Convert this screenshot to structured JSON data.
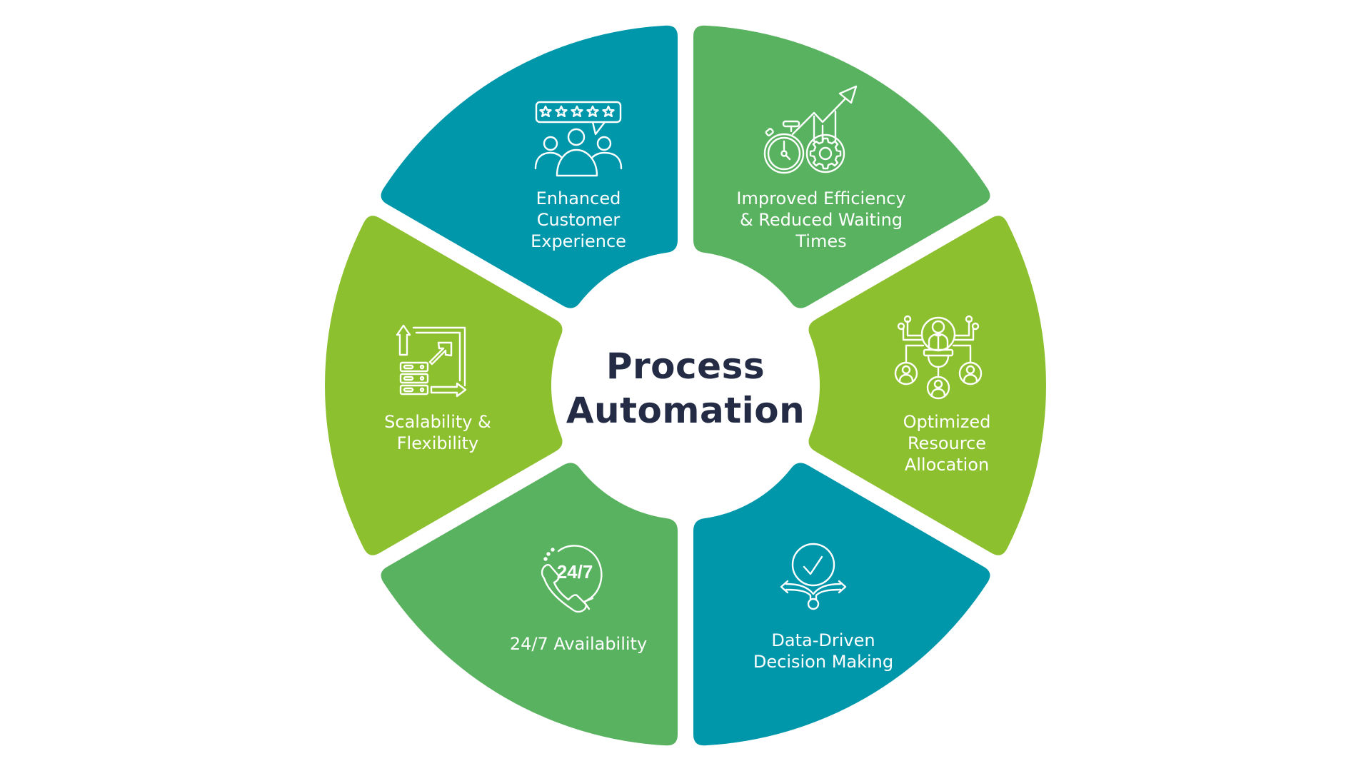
{
  "diagram": {
    "type": "radial-segment-wheel",
    "center_title": [
      "Process",
      "Automation"
    ],
    "colors": {
      "teal": "#0097ab",
      "green": "#59b25f",
      "lime": "#8dc02f",
      "center_text": "#232c44",
      "segment_text": "#ffffff",
      "background": "#ffffff"
    },
    "segments": [
      {
        "id": "enhanced-customer-experience",
        "position": "top-left",
        "color": "#0097ab",
        "icon": "customer-rating-icon",
        "label_lines": [
          "Enhanced",
          "Customer",
          "Experience"
        ]
      },
      {
        "id": "improved-efficiency",
        "position": "top-right",
        "color": "#59b25f",
        "icon": "stopwatch-gear-growth-icon",
        "label_lines": [
          "Improved Efficiency",
          "& Reduced Waiting",
          "Times"
        ]
      },
      {
        "id": "optimized-resource-allocation",
        "position": "right",
        "color": "#8dc02f",
        "icon": "resource-network-icon",
        "label_lines": [
          "Optimized",
          "Resource",
          "Allocation"
        ]
      },
      {
        "id": "data-driven-decision-making",
        "position": "bottom-right",
        "color": "#0097ab",
        "icon": "decision-check-icon",
        "label_lines": [
          "Data-Driven",
          "Decision Making"
        ]
      },
      {
        "id": "availability-24-7",
        "position": "bottom-left",
        "color": "#59b25f",
        "icon": "phone-24-7-icon",
        "label_lines": [
          "24/7 Availability"
        ],
        "icon_text": "24/7"
      },
      {
        "id": "scalability-flexibility",
        "position": "left",
        "color": "#8dc02f",
        "icon": "scalability-server-icon",
        "label_lines": [
          "Scalability &",
          "Flexibility"
        ]
      }
    ]
  }
}
